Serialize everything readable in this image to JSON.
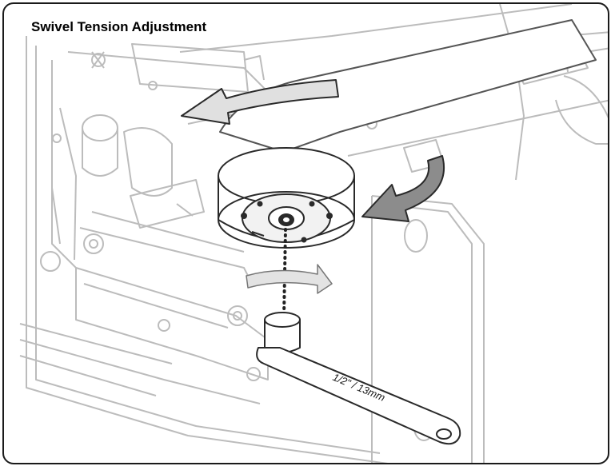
{
  "title": "Swivel Tension Adjustment",
  "wrench_label": "1/2\" / 13mm",
  "colors": {
    "line_art": "#b8b8b8",
    "line_dark": "#2a2a2a",
    "arrow_fill_light": "#d9d9d9",
    "arrow_fill_dark": "#8c8c8c",
    "border": "#1a1a1a"
  },
  "icons": [
    "rotate-arrow-left",
    "rotate-arrow-down",
    "rotate-arrow-right",
    "hex-wrench"
  ]
}
